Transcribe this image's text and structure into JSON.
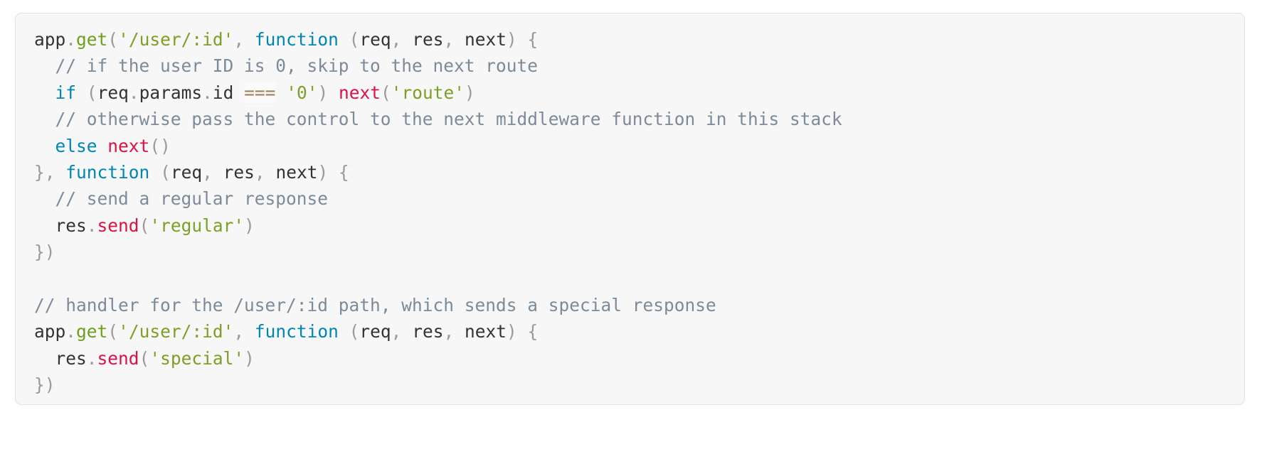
{
  "code_block": {
    "language": "javascript",
    "background_color": "#f7f7f7",
    "border_color": "#e3e3e3",
    "theme_colors": {
      "plain": "#333333",
      "punctuation": "#9a9a9a",
      "keyword": "#0086b3",
      "method": "#6f9f1f",
      "function_call": "#dd1144",
      "string": "#7d9f26",
      "comment": "#7d8b99",
      "operator": "#a67f59"
    },
    "lines": [
      {
        "index": 1,
        "text": "app.get('/user/:id', function (req, res, next) {",
        "tokens": [
          {
            "t": "app",
            "c": "plain"
          },
          {
            "t": ".",
            "c": "punc"
          },
          {
            "t": "get",
            "c": "meth"
          },
          {
            "t": "(",
            "c": "punc"
          },
          {
            "t": "'/user/:id'",
            "c": "str"
          },
          {
            "t": ",",
            "c": "punc"
          },
          {
            "t": " ",
            "c": "plain"
          },
          {
            "t": "function",
            "c": "kw"
          },
          {
            "t": " ",
            "c": "plain"
          },
          {
            "t": "(",
            "c": "punc"
          },
          {
            "t": "req",
            "c": "plain"
          },
          {
            "t": ",",
            "c": "punc"
          },
          {
            "t": " ",
            "c": "plain"
          },
          {
            "t": "res",
            "c": "plain"
          },
          {
            "t": ",",
            "c": "punc"
          },
          {
            "t": " ",
            "c": "plain"
          },
          {
            "t": "next",
            "c": "plain"
          },
          {
            "t": ")",
            "c": "punc"
          },
          {
            "t": " ",
            "c": "plain"
          },
          {
            "t": "{",
            "c": "punc"
          }
        ]
      },
      {
        "index": 2,
        "text": "  // if the user ID is 0, skip to the next route",
        "tokens": [
          {
            "t": "  ",
            "c": "plain"
          },
          {
            "t": "// if the user ID is 0, skip to the next route",
            "c": "cmt"
          }
        ]
      },
      {
        "index": 3,
        "text": "  if (req.params.id === '0') next('route')",
        "tokens": [
          {
            "t": "  ",
            "c": "plain"
          },
          {
            "t": "if",
            "c": "kw"
          },
          {
            "t": " ",
            "c": "plain"
          },
          {
            "t": "(",
            "c": "punc"
          },
          {
            "t": "req",
            "c": "plain"
          },
          {
            "t": ".",
            "c": "punc"
          },
          {
            "t": "params",
            "c": "plain"
          },
          {
            "t": ".",
            "c": "punc"
          },
          {
            "t": "id",
            "c": "plain"
          },
          {
            "t": " ",
            "c": "plain"
          },
          {
            "t": "===",
            "c": "op"
          },
          {
            "t": " ",
            "c": "plain"
          },
          {
            "t": "'0'",
            "c": "str"
          },
          {
            "t": ")",
            "c": "punc"
          },
          {
            "t": " ",
            "c": "plain"
          },
          {
            "t": "next",
            "c": "fn"
          },
          {
            "t": "(",
            "c": "punc"
          },
          {
            "t": "'route'",
            "c": "str"
          },
          {
            "t": ")",
            "c": "punc"
          }
        ]
      },
      {
        "index": 4,
        "text": "  // otherwise pass the control to the next middleware function in this stack",
        "tokens": [
          {
            "t": "  ",
            "c": "plain"
          },
          {
            "t": "// otherwise pass the control to the next middleware function in this stack",
            "c": "cmt"
          }
        ]
      },
      {
        "index": 5,
        "text": "  else next()",
        "tokens": [
          {
            "t": "  ",
            "c": "plain"
          },
          {
            "t": "else",
            "c": "kw"
          },
          {
            "t": " ",
            "c": "plain"
          },
          {
            "t": "next",
            "c": "fn"
          },
          {
            "t": "(",
            "c": "punc"
          },
          {
            "t": ")",
            "c": "punc"
          }
        ]
      },
      {
        "index": 6,
        "text": "}, function (req, res, next) {",
        "tokens": [
          {
            "t": "}",
            "c": "punc"
          },
          {
            "t": ",",
            "c": "punc"
          },
          {
            "t": " ",
            "c": "plain"
          },
          {
            "t": "function",
            "c": "kw"
          },
          {
            "t": " ",
            "c": "plain"
          },
          {
            "t": "(",
            "c": "punc"
          },
          {
            "t": "req",
            "c": "plain"
          },
          {
            "t": ",",
            "c": "punc"
          },
          {
            "t": " ",
            "c": "plain"
          },
          {
            "t": "res",
            "c": "plain"
          },
          {
            "t": ",",
            "c": "punc"
          },
          {
            "t": " ",
            "c": "plain"
          },
          {
            "t": "next",
            "c": "plain"
          },
          {
            "t": ")",
            "c": "punc"
          },
          {
            "t": " ",
            "c": "plain"
          },
          {
            "t": "{",
            "c": "punc"
          }
        ]
      },
      {
        "index": 7,
        "text": "  // send a regular response",
        "tokens": [
          {
            "t": "  ",
            "c": "plain"
          },
          {
            "t": "// send a regular response",
            "c": "cmt"
          }
        ]
      },
      {
        "index": 8,
        "text": "  res.send('regular')",
        "tokens": [
          {
            "t": "  ",
            "c": "plain"
          },
          {
            "t": "res",
            "c": "plain"
          },
          {
            "t": ".",
            "c": "punc"
          },
          {
            "t": "send",
            "c": "fn"
          },
          {
            "t": "(",
            "c": "punc"
          },
          {
            "t": "'regular'",
            "c": "str"
          },
          {
            "t": ")",
            "c": "punc"
          }
        ]
      },
      {
        "index": 9,
        "text": "})",
        "tokens": [
          {
            "t": "}",
            "c": "punc"
          },
          {
            "t": ")",
            "c": "punc"
          }
        ]
      },
      {
        "index": 10,
        "text": "",
        "tokens": []
      },
      {
        "index": 11,
        "text": "// handler for the /user/:id path, which sends a special response",
        "tokens": [
          {
            "t": "// handler for the /user/:id path, which sends a special response",
            "c": "cmt"
          }
        ]
      },
      {
        "index": 12,
        "text": "app.get('/user/:id', function (req, res, next) {",
        "tokens": [
          {
            "t": "app",
            "c": "plain"
          },
          {
            "t": ".",
            "c": "punc"
          },
          {
            "t": "get",
            "c": "meth"
          },
          {
            "t": "(",
            "c": "punc"
          },
          {
            "t": "'/user/:id'",
            "c": "str"
          },
          {
            "t": ",",
            "c": "punc"
          },
          {
            "t": " ",
            "c": "plain"
          },
          {
            "t": "function",
            "c": "kw"
          },
          {
            "t": " ",
            "c": "plain"
          },
          {
            "t": "(",
            "c": "punc"
          },
          {
            "t": "req",
            "c": "plain"
          },
          {
            "t": ",",
            "c": "punc"
          },
          {
            "t": " ",
            "c": "plain"
          },
          {
            "t": "res",
            "c": "plain"
          },
          {
            "t": ",",
            "c": "punc"
          },
          {
            "t": " ",
            "c": "plain"
          },
          {
            "t": "next",
            "c": "plain"
          },
          {
            "t": ")",
            "c": "punc"
          },
          {
            "t": " ",
            "c": "plain"
          },
          {
            "t": "{",
            "c": "punc"
          }
        ]
      },
      {
        "index": 13,
        "text": "  res.send('special')",
        "tokens": [
          {
            "t": "  ",
            "c": "plain"
          },
          {
            "t": "res",
            "c": "plain"
          },
          {
            "t": ".",
            "c": "punc"
          },
          {
            "t": "send",
            "c": "fn"
          },
          {
            "t": "(",
            "c": "punc"
          },
          {
            "t": "'special'",
            "c": "str"
          },
          {
            "t": ")",
            "c": "punc"
          }
        ]
      },
      {
        "index": 14,
        "text": "})",
        "tokens": [
          {
            "t": "}",
            "c": "punc"
          },
          {
            "t": ")",
            "c": "punc"
          }
        ]
      }
    ]
  }
}
